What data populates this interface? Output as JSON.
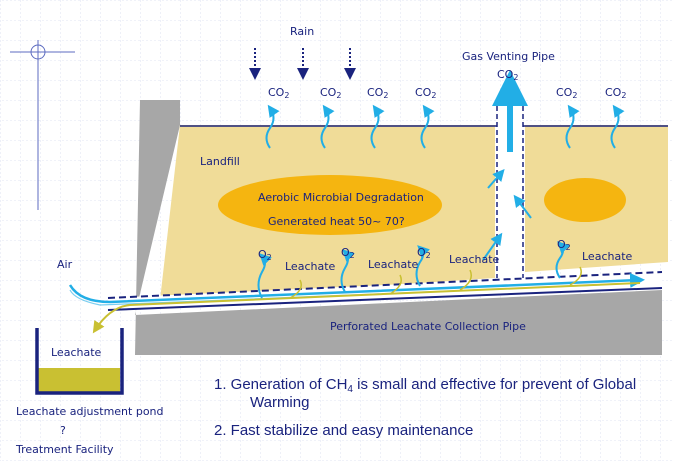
{
  "labels": {
    "rain": "Rain",
    "gas_venting_pipe": "Gas Venting Pipe",
    "co2_vent": "CO",
    "co2_items": [
      "CO",
      "CO",
      "CO",
      "CO",
      "CO",
      "CO"
    ],
    "co2_sub": "2",
    "landfill": "Landfill",
    "aerobic_title": "Aerobic Microbial Degradation",
    "generated_heat": "Generated heat  50~  70?",
    "air": "Air",
    "o2_items": [
      "O",
      "O",
      "O",
      "O"
    ],
    "o2_sub": "2",
    "leachate_items": [
      "Leachate",
      "Leachate",
      "Leachate",
      "Leachate"
    ],
    "perforated_pipe": "Perforated Leachate Collection Pipe",
    "leachate_pond_label": "Leachate",
    "leachate_adjustment_pond": "Leachate adjustment pond",
    "question": "?",
    "treatment_facility": "Treatment Facility"
  },
  "notes": {
    "note1_prefix": "1. Generation of CH",
    "note1_sub": "4",
    "note1_suffix": " is small and effective for prevent of Global",
    "note1_line2": "Warming",
    "note2": "2. Fast stabilize and easy maintenance"
  },
  "colors": {
    "grid_line": "#c5cbe8",
    "landfill_fill": "#f0dc98",
    "heat_zone": "#f5b510",
    "wall_grey": "#a7a7a7",
    "arrow_blue": "#22aee6",
    "leachate_yellow": "#c9c032",
    "text_navy": "#1a237e"
  }
}
